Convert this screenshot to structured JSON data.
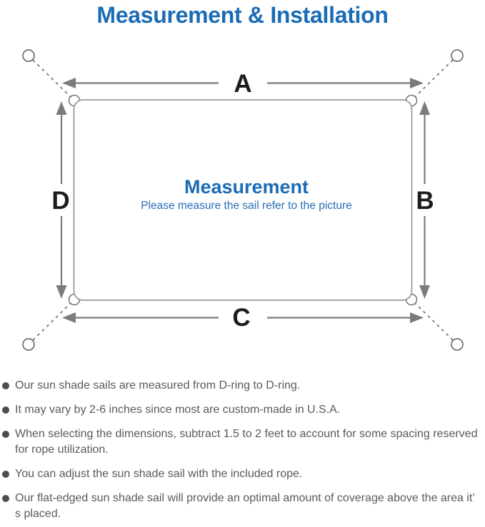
{
  "title": "Measurement & Installation",
  "diagram": {
    "center_title": "Measurement",
    "center_subtitle": "Please measure the sail refer to the picture",
    "edge_labels": {
      "top": "A",
      "right": "B",
      "bottom": "C",
      "left": "D"
    },
    "icons": {
      "anchor_ring": "anchor-ring-icon",
      "d_ring": "d-ring-icon",
      "rope": "dashed-rope-line"
    },
    "colors": {
      "accent_blue": "#1a6cb5",
      "line_gray": "#7b7b7b",
      "label_black": "#1c1c1c",
      "text_gray": "#5a5a5a"
    }
  },
  "notes": {
    "items": [
      "Our sun shade sails are measured from D-ring to D-ring.",
      "It may vary by 2-6 inches since most are custom-made in U.S.A.",
      "When selecting the dimensions, subtract 1.5 to 2 feet to account for some spacing reserved for rope utilization.",
      "You can adjust the sun shade sail with the included rope.",
      "Our flat-edged sun shade sail will provide an optimal amount of coverage above the area it’ s placed."
    ]
  }
}
